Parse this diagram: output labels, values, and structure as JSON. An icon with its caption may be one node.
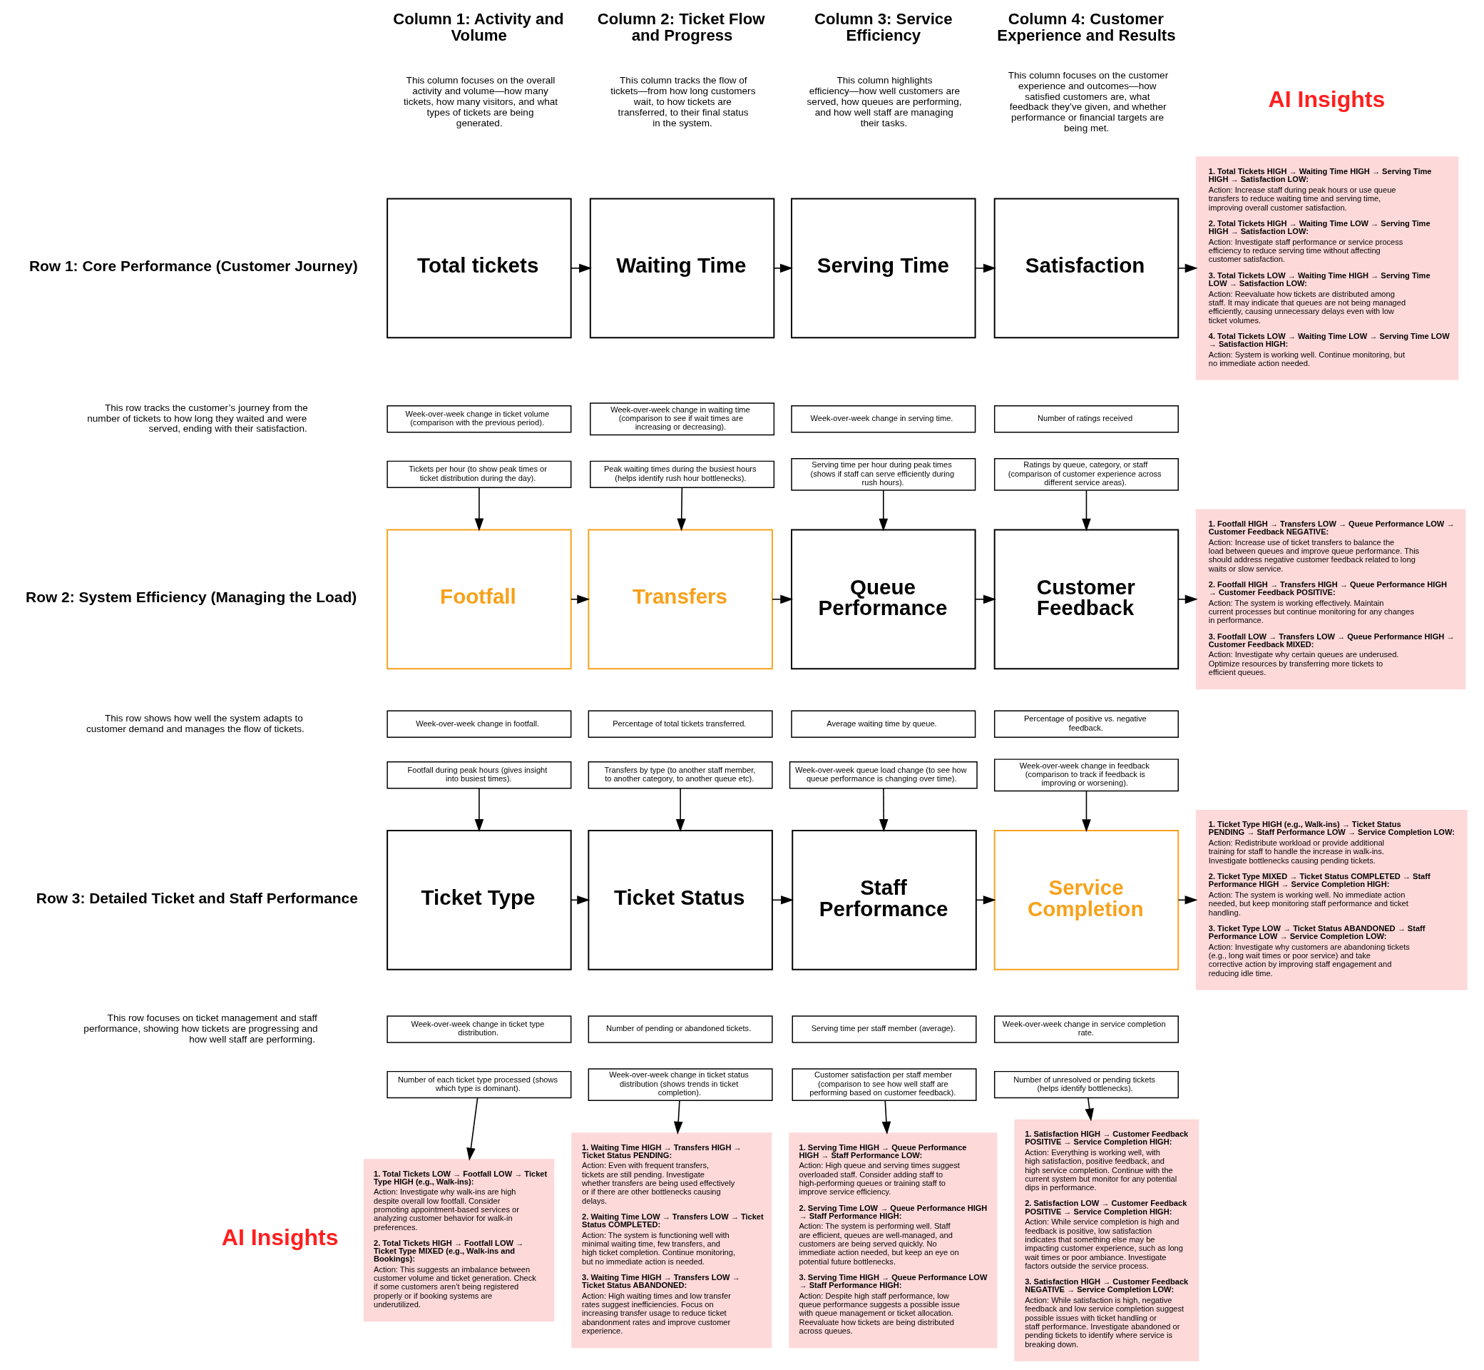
{
  "diagram": {
    "nodes": [
      {
        "text": [
          "Total tickets"
        ]
      },
      {
        "text": [
          "Waiting Time"
        ]
      },
      {
        "text": [
          "Serving Time"
        ]
      },
      {
        "text": [
          "Satisfaction"
        ]
      },
      {
        "text": [
          "1. Total Tickets HIGH → Waiting Time HIGH → Serving Time HIGH → Satisfaction LOW:",
          "Action: Increase staff during peak hours or use queue transfers to reduce waiting time and serving time, improving overall customer satisfaction.",
          "2. Total Tickets HIGH → Waiting Time LOW → Serving Time HIGH → Satisfaction LOW:",
          "Action: Investigate staff performance or service process efficiency to reduce serving time without affecting customer satisfaction.",
          "3. Total Tickets LOW → Waiting Time HIGH → Serving Time LOW → Satisfaction LOW:",
          "Action: Reevaluate how tickets are distributed among staff. It may indicate that queues are not being managed efficiently, causing unnecessary delays even with low ticket volumes.",
          "4. Total Tickets LOW → Waiting Time LOW → Serving Time LOW → Satisfaction HIGH:",
          "Action: System is working well. Continue monitoring, but no immediate action needed."
        ]
      },
      {
        "text": [
          "Week-over-week change in ticket volume (comparison with the previous period)."
        ]
      },
      {
        "text": [
          "Week-over-week change in waiting time (comparison to see if wait times are increasing or decreasing)."
        ]
      },
      {
        "text": [
          "Week-over-week change in serving time."
        ]
      },
      {
        "text": [
          "Number of ratings received"
        ]
      },
      {
        "text": [
          "Tickets per hour (to show peak times or ticket distribution during the day)."
        ]
      },
      {
        "text": [
          "Peak waiting times during the busiest hours (helps identify rush hour bottlenecks)."
        ]
      },
      {
        "text": [
          "Serving time per hour during peak times (shows if staff can serve efficiently during rush hours)."
        ]
      },
      {
        "text": [
          "Ratings by queue, category, or staff (comparison of customer experience across different service areas)."
        ]
      },
      {
        "text": [
          "Footfall"
        ]
      },
      {
        "text": [
          "Transfers"
        ]
      },
      {
        "text": [
          "Queue Performance"
        ]
      },
      {
        "text": [
          "Customer Feedback"
        ]
      },
      {
        "text": [
          "1. Footfall HIGH → Transfers LOW → Queue Performance LOW → Customer Feedback NEGATIVE:",
          "Action: Increase use of ticket transfers to balance the load between queues and improve queue performance. This should address negative customer feedback related to long waits or slow service.",
          "2. Footfall HIGH → Transfers HIGH → Queue Performance HIGH → Customer Feedback POSITIVE:",
          "Action: The system is working effectively. Maintain current processes but continue monitoring for any changes in performance.",
          "3. Footfall LOW → Transfers LOW → Queue Performance HIGH → Customer Feedback MIXED:",
          "Action: Investigate why certain queues are underused. Optimize resources by transferring more tickets to efficient queues."
        ]
      },
      {
        "text": [
          "Week-over-week change in footfall."
        ]
      },
      {
        "text": [
          "Percentage of total tickets transferred."
        ]
      },
      {
        "text": [
          "Average waiting time by queue."
        ]
      },
      {
        "text": [
          "Percentage of positive vs. negative feedback."
        ]
      },
      {
        "text": [
          "Footfall during peak hours (gives insight into busiest times)."
        ]
      },
      {
        "text": [
          "Transfers by type (to another staff member, to another category, to another queue etc)."
        ]
      },
      {
        "text": [
          "Week-over-week queue load change (to see how queue performance is changing over time)."
        ]
      },
      {
        "text": [
          "Week-over-week change in feedback (comparison to track if feedback is improving or worsening)."
        ]
      },
      {
        "text": [
          "Ticket Type"
        ]
      },
      {
        "text": [
          "Ticket Status"
        ]
      },
      {
        "text": [
          "Staff Performance"
        ]
      },
      {
        "text": [
          "Service Completion"
        ]
      },
      {
        "text": [
          "1. Ticket Type HIGH (e.g., Walk-ins) → Ticket Status PENDING → Staff Performance LOW → Service Completion LOW:",
          "Action: Redistribute workload or provide additional training for staff to handle the increase in walk-ins. Investigate bottlenecks causing pending tickets.",
          "2. Ticket Type MIXED → Ticket Status COMPLETED → Staff Performance HIGH → Service Completion HIGH:",
          "Action: The system is working well. No immediate action needed, but keep monitoring staff performance and ticket handling.",
          "3. Ticket Type LOW → Ticket Status ABANDONED → Staff Performance LOW → Service Completion LOW:",
          "Action: Investigate why customers are abandoning tickets (e.g., long wait times or poor service) and take corrective action by improving staff engagement and reducing idle time."
        ]
      },
      {
        "text": [
          "Week-over-week change in ticket type distribution."
        ]
      },
      {
        "text": [
          "Number of pending or abandoned tickets."
        ]
      },
      {
        "text": [
          "Serving time per staff member (average)."
        ]
      },
      {
        "text": [
          "Week-over-week change in service completion rate."
        ]
      },
      {
        "text": [
          "Number of each ticket type processed (shows which type is dominant)."
        ]
      },
      {
        "text": [
          "Week-over-week change in ticket status distribution (shows trends in ticket completion)."
        ]
      },
      {
        "text": [
          "Customer satisfaction per staff member (comparison to see how well staff are performing based on customer feedback)."
        ]
      },
      {
        "text": [
          "Number of unresolved or pending tickets (helps identify bottlenecks)."
        ]
      },
      {
        "text": [
          "1. Total Tickets LOW → Footfall LOW → Ticket Type HIGH (e.g., Walk-ins):",
          "Action: Investigate why walk-ins are high despite overall low footfall. Consider promoting appointment-based services or analyzing customer behavior for walk-in preferences.",
          "2. Total Tickets HIGH → Footfall LOW → Ticket Type MIXED (e.g., Walk-ins and Bookings):",
          "Action: This suggests an imbalance between customer volume and ticket generation. Check if some customers aren’t being registered properly or if booking systems are underutilized."
        ]
      },
      {
        "text": [
          "1. Waiting Time HIGH → Transfers HIGH → Ticket Status PENDING:",
          "Action: Even with frequent transfers, tickets are still pending. Investigate whether transfers are being used effectively or if there are other bottlenecks causing delays.",
          "2. Waiting Time LOW → Transfers LOW → Ticket Status COMPLETED:",
          "Action: The system is functioning well with minimal waiting time, few transfers, and high ticket completion. Continue monitoring, but no immediate action is needed.",
          "3. Waiting Time HIGH → Transfers LOW → Ticket Status ABANDONED:",
          "Action: High waiting times and low transfer rates suggest inefficiencies. Focus on increasing transfer usage to reduce ticket abandonment rates and improve customer experience."
        ]
      },
      {
        "text": [
          "1. Serving Time HIGH → Queue Performance HIGH → Staff Performance LOW:",
          "Action: High queue and serving times suggest overloaded staff. Consider adding staff to high-performing queues or training staff to improve service efficiency.",
          "2. Serving Time LOW → Queue Performance HIGH → Staff Performance HIGH:",
          "Action: The system is performing well. Staff are efficient, queues are well-managed, and customers are being served quickly. No immediate action needed, but keep an eye on potential future bottlenecks.",
          "3. Serving Time HIGH → Queue Performance LOW → Staff Performance HIGH:",
          "Action: Despite high staff performance, low queue performance suggests a possible issue with queue management or ticket allocation. Reevaluate how tickets are being distributed across queues."
        ]
      },
      {
        "text": [
          "1. Satisfaction HIGH → Customer Feedback POSITIVE → Service Completion HIGH:",
          "Action: Everything is working well, with high satisfaction, positive feedback, and high service completion. Continue with the current system but monitor for any potential dips in performance.",
          "2. Satisfaction LOW → Customer Feedback POSITIVE → Service Completion HIGH:",
          "Action: While service completion is high and feedback is positive, low satisfaction indicates that something else may be impacting customer experience, such as long wait times or poor ambiance. Investigate factors outside the service process.",
          "3. Satisfaction HIGH → Customer Feedback NEGATIVE → Service Completion LOW:",
          "Action: While satisfaction is high, negative feedback and low service completion suggest possible issues with ticket handling or staff performance. Investigate abandoned or pending tickets to identify where service is breaking down."
        ]
      }
    ],
    "edges": [
      {
        "from": 0,
        "to": 1,
        "arrow": "to"
      },
      {
        "from": 1,
        "to": 2,
        "arrow": "to"
      },
      {
        "from": 2,
        "to": 3,
        "arrow": "to"
      },
      {
        "from": 3,
        "to": 4,
        "arrow": "to"
      },
      {
        "from": 9,
        "to": 13,
        "arrow": "to"
      },
      {
        "from": 10,
        "to": 14,
        "arrow": "to"
      },
      {
        "from": 11,
        "to": 15,
        "arrow": "to"
      },
      {
        "from": 12,
        "to": 16,
        "arrow": "to"
      },
      {
        "from": 13,
        "to": 14,
        "arrow": "to"
      },
      {
        "from": 14,
        "to": 15,
        "arrow": "to"
      },
      {
        "from": 15,
        "to": 16,
        "arrow": "to"
      },
      {
        "from": 16,
        "to": 17,
        "arrow": "to"
      },
      {
        "from": 22,
        "to": 26,
        "arrow": "to"
      },
      {
        "from": 23,
        "to": 27,
        "arrow": "to"
      },
      {
        "from": 24,
        "to": 28,
        "arrow": "to"
      },
      {
        "from": 25,
        "to": 29,
        "arrow": "to"
      },
      {
        "from": 26,
        "to": 27,
        "arrow": "to"
      },
      {
        "from": 27,
        "to": 28,
        "arrow": "to"
      },
      {
        "from": 28,
        "to": 29,
        "arrow": "to"
      },
      {
        "from": 29,
        "to": 30,
        "arrow": "to"
      },
      {
        "from": 35,
        "to": 39,
        "arrow": "to"
      },
      {
        "from": 36,
        "to": 40,
        "arrow": "to"
      },
      {
        "from": 37,
        "to": 41,
        "arrow": "to"
      },
      {
        "from": 38,
        "to": 42,
        "arrow": "to"
      }
    ],
    "labels": [
      "Column 1: Activity and Volume",
      "This column focuses on the overall activity and volume—how many tickets, how many visitors, and what types of tickets are being generated.",
      "Column 2: Ticket Flow and Progress",
      "This column tracks the flow of tickets—from how long customers wait, to how tickets are transferred, to their final status in the system.",
      "Column 3: Service Efficiency",
      "This column highlights efficiency—how well customers are served, how queues are performing, and how well staff are managing their tasks.",
      "Column 4: Customer Experience and Results",
      "This column focuses on the customer experience and outcomes—how satisfied customers are, what feedback they’ve given, and whether performance or financial targets are being met.",
      "AI Insights",
      "Row 1: Core Performance (Customer Journey)",
      "This row tracks the customer’s journey from the number of tickets to how long they waited and were served, ending with their satisfaction.",
      "Row 2: System Efficiency (Managing the Load)",
      "This row shows how well the system adapts to customer demand and manages the flow of tickets.",
      "Row 3: Detailed Ticket and Staff Performance",
      "This row focuses on ticket management and staff performance, showing how tickets are progressing and how well staff are performing.",
      "AI Insights"
    ]
  }
}
